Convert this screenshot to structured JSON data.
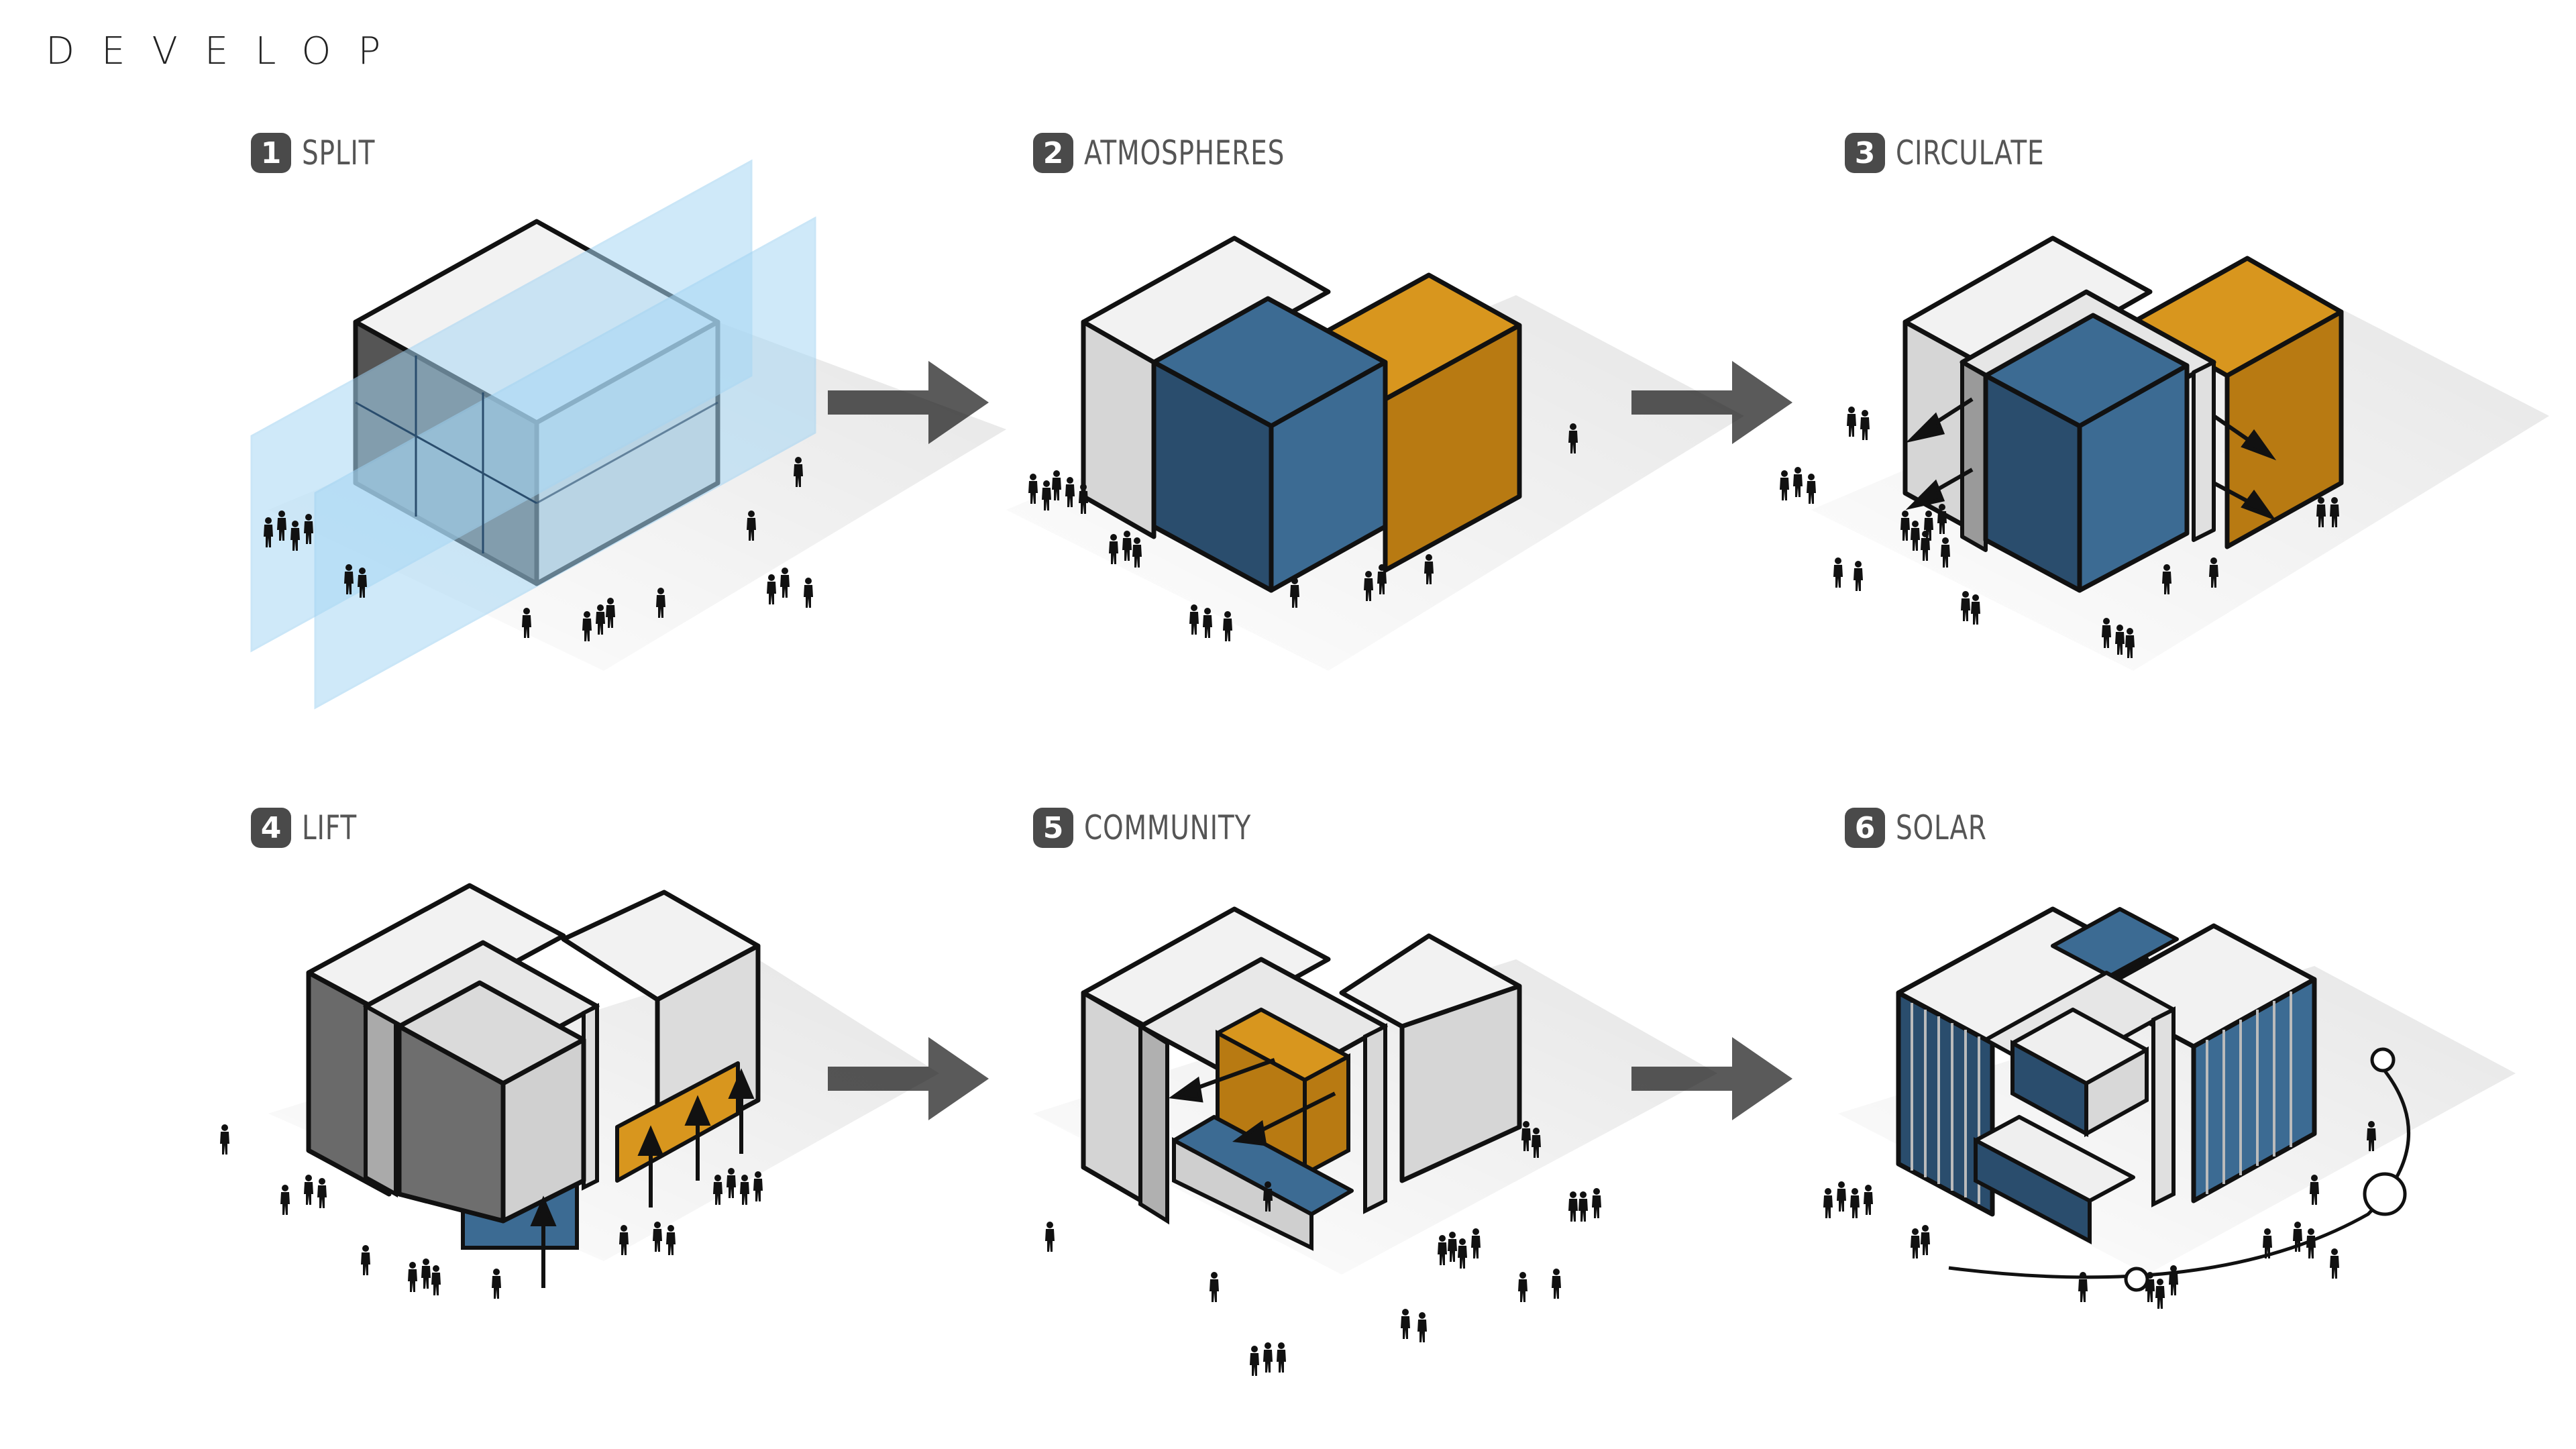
{
  "heading": "DEVELOP",
  "steps": [
    {
      "number": "1",
      "title": "SPLIT"
    },
    {
      "number": "2",
      "title": "ATMOSPHERES"
    },
    {
      "number": "3",
      "title": "CIRCULATE"
    },
    {
      "number": "4",
      "title": "LIFT"
    },
    {
      "number": "5",
      "title": "COMMUNITY"
    },
    {
      "number": "6",
      "title": "SOLAR"
    }
  ],
  "colors": {
    "blue": "#3c6b93",
    "blue_dark": "#2a4d6d",
    "orange": "#d8961e",
    "orange_dark": "#b87a12",
    "white_top": "#f2f2f2",
    "grey_side": "#d0d0d0",
    "grey_dark": "#6a6a6a",
    "arrow": "#5a5a5a",
    "glass": "#a8d8f5",
    "outline": "#111111"
  }
}
